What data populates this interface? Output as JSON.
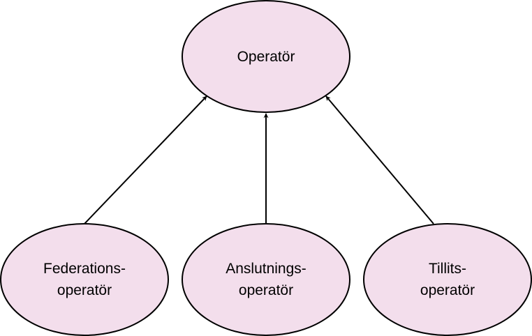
{
  "diagram": {
    "top": {
      "line1": "Operatör"
    },
    "federation": {
      "line1": "Federations-",
      "line2": "operatör"
    },
    "connection": {
      "line1": "Anslutnings-",
      "line2": "operatör"
    },
    "trust": {
      "line1": "Tillits-",
      "line2": "operatör"
    },
    "colors": {
      "node_fill": "#f3deec",
      "stroke": "#000000"
    }
  }
}
